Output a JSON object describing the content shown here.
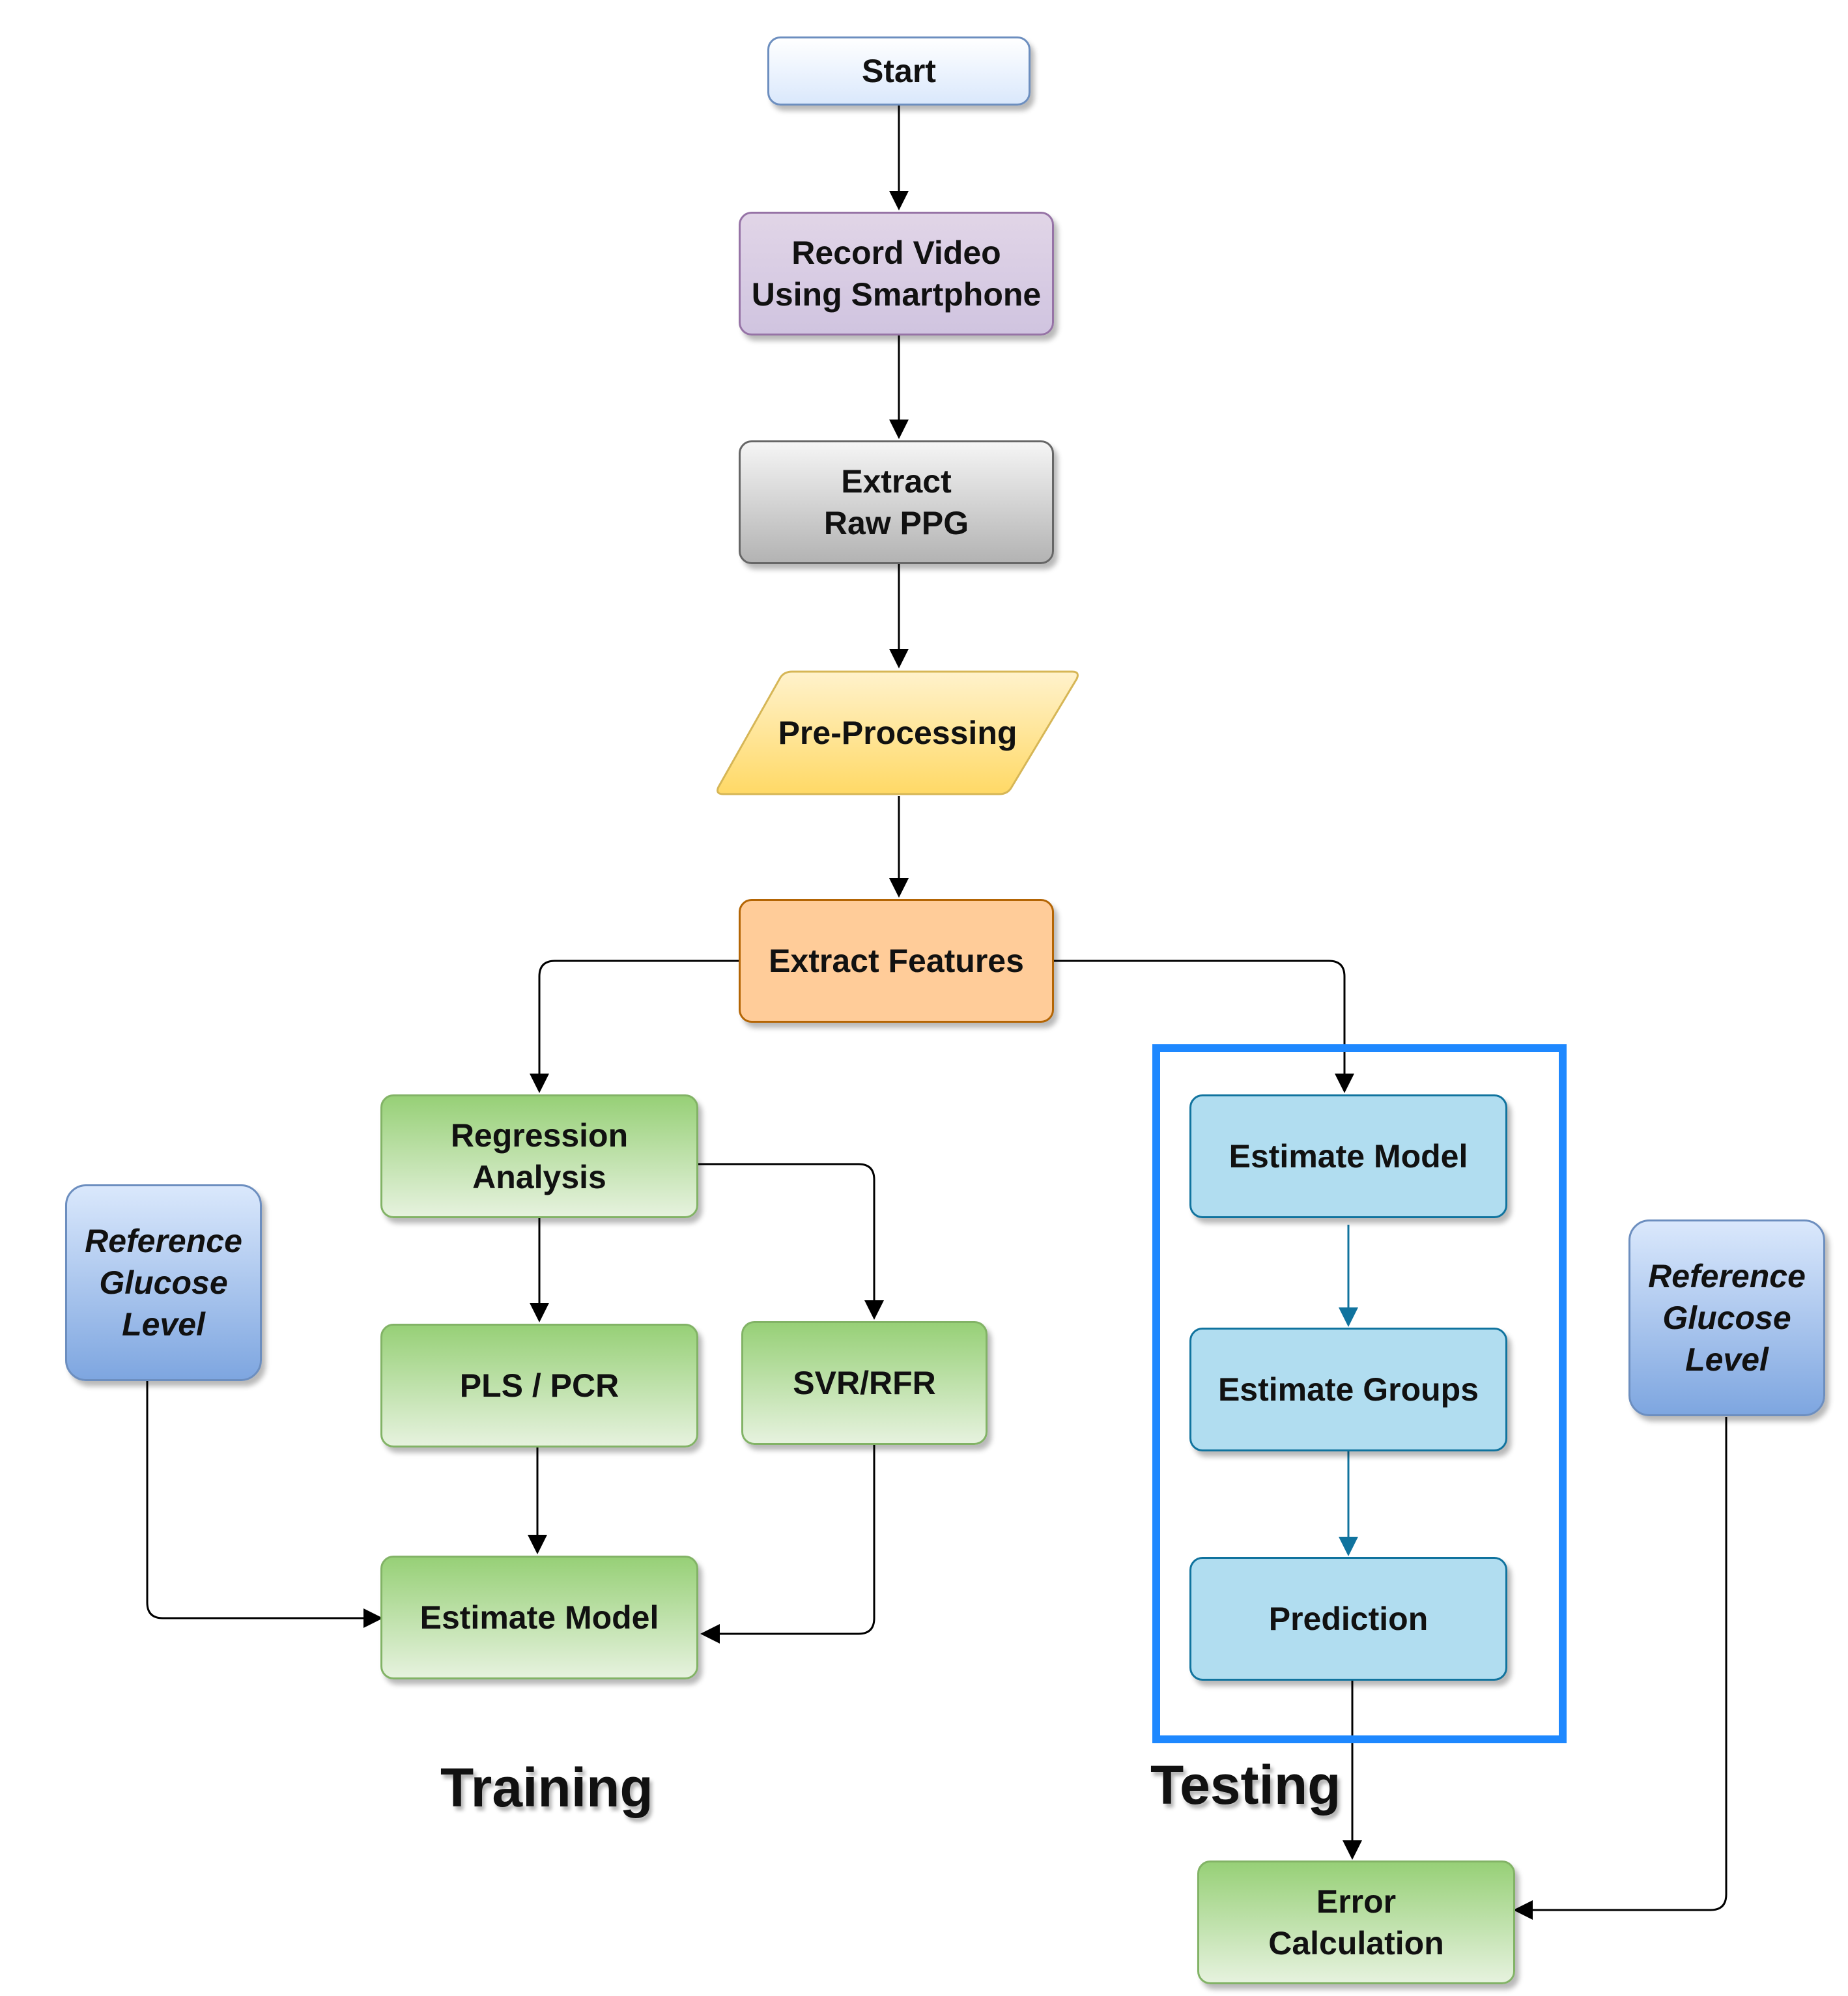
{
  "nodes": {
    "start": "Start",
    "record_video": "Record Video\nUsing Smartphone",
    "extract_raw_ppg": "Extract\nRaw PPG",
    "pre_processing": "Pre-Processing",
    "extract_features": "Extract Features",
    "regression_analysis": "Regression\nAnalysis",
    "pls_pcr": "PLS / PCR",
    "svr_rfr": "SVR/RFR",
    "training_estimate_model": "Estimate Model",
    "reference_glucose_left": "Reference\nGlucose\nLevel",
    "testing_estimate_model": "Estimate Model",
    "estimate_groups": "Estimate Groups",
    "prediction": "Prediction",
    "reference_glucose_right": "Reference\nGlucose\nLevel",
    "error_calculation": "Error\nCalculation"
  },
  "sections": {
    "training": "Training",
    "testing": "Testing"
  },
  "colors": {
    "testing_group_border": "#1e88ff",
    "connector": "#000000",
    "testing_connector": "#10739e"
  }
}
